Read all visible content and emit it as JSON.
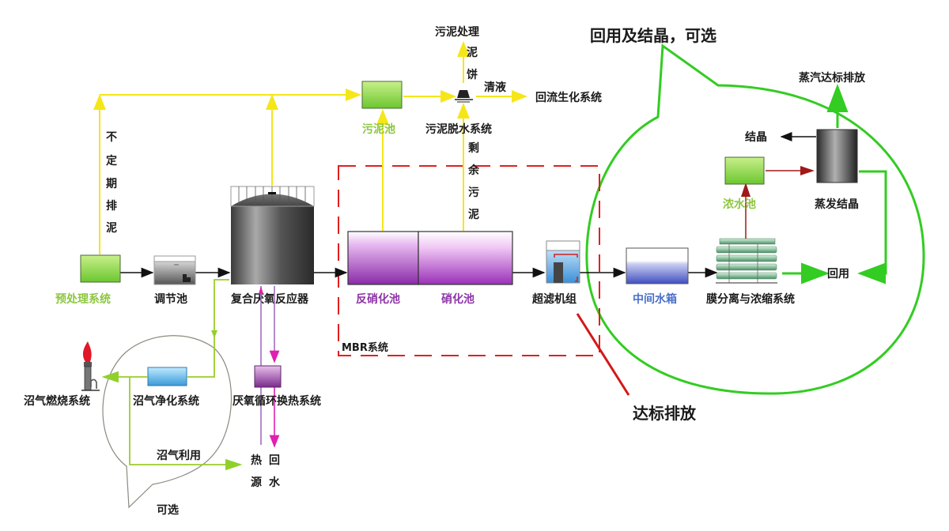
{
  "title_recycle": "回用及结晶，可选",
  "units": {
    "pretreatment": "预处理系统",
    "equalization": "调节池",
    "anaerobic_reactor": "复合厌氧反应器",
    "denitrification": "反硝化池",
    "nitrification": "硝化池",
    "ultrafiltration": "超滤机组",
    "intermediate_tank": "中间水箱",
    "membrane_system": "膜分离与浓缩系统",
    "concentrate_tank": "浓水池",
    "evaporation": "蒸发结晶",
    "sludge_tank": "污泥池",
    "sludge_dewatering": "污泥脱水系统",
    "biogas_purification": "沼气净化系统",
    "biogas_flare": "沼气燃烧系统",
    "heat_exchange": "厌氧循环换热系统"
  },
  "labels": {
    "irregular_discharge": [
      "不",
      "定",
      "期",
      "排",
      "泥"
    ],
    "sludge_treatment": "污泥处理",
    "sludge_cake": [
      "泥",
      "饼"
    ],
    "supernatant": "清液",
    "return_bio": "回流生化系统",
    "excess_sludge": [
      "剩",
      "余",
      "污",
      "泥"
    ],
    "steam_discharge": "蒸汽达标排放",
    "crystal": "结晶",
    "reuse": "回用",
    "mbr_system": "MBR系统",
    "compliant_discharge": "达标排放",
    "biogas_use": "沼气利用",
    "optional": "可选",
    "heat_source": [
      "热",
      "源"
    ],
    "return_water": [
      "回",
      "水"
    ]
  },
  "colors": {
    "sludge_line": "#f5e61a",
    "biogas_line": "#9ccc2a",
    "reuse_line": "#33cc22",
    "mbr_border": "#e02020",
    "concentrate_line": "#a01818",
    "heat_line": "#a070c0",
    "return_line": "#e020b0",
    "flow_line": "#111111"
  }
}
